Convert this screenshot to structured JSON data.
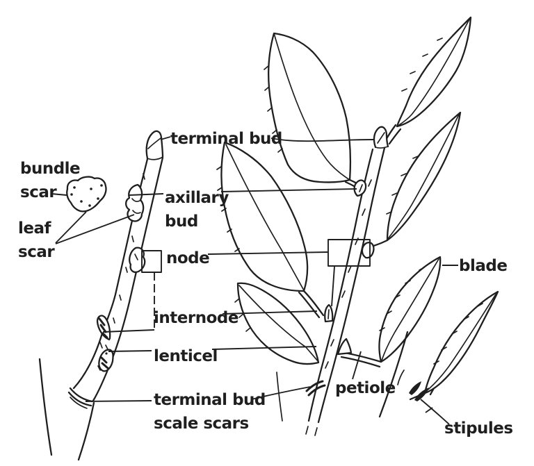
{
  "colors": {
    "ink": "#1f1f1f",
    "background": "#ffffff"
  },
  "labels": {
    "terminal_bud": "terminal bud",
    "bundle_scar": "bundle\nscar",
    "leaf_scar": "leaf\nscar",
    "axillary_bud": "axillary\nbud",
    "node": "node",
    "internode": "internode",
    "lenticel": "lenticel",
    "terminal_bud_scale_scars": "terminal bud\nscale scars",
    "blade": "blade",
    "petiole": "petiole",
    "stipules": "stipules"
  }
}
